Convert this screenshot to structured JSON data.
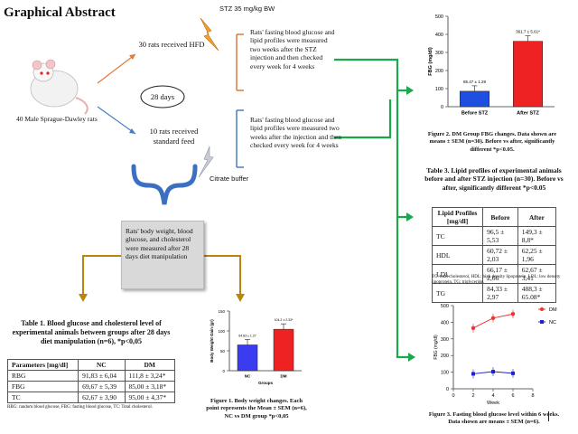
{
  "title": "Graphical Abstract",
  "rats_label": "40 Male Sprague-Dawley rats",
  "hfd_label": "30 rats received HFD",
  "std_label": "10 rats received standard feed",
  "days_label": "28 days",
  "stz_label": "STZ 35 mg/kg BW",
  "citrate_label": "Citrate buffer",
  "measure_top": "Rats' fasting blood glucose and lipid profiles were measured two weeks after the STZ injection and then checked every week for 4 weeks",
  "measure_bottom": "Rats' fasting blood glucose and lipid profiles were measured two weeks after the injection and then checked every week for 4 weeks",
  "measure_28": "Rats' body weight, blood glucose, and cholesterol were measured after 28 days diet manipulation",
  "fig2_caption": "Figure 2. DM Group FBG changes. Data shown are means ± SEM (n=30). Before vs after, significantly different *p<0.05.",
  "fig1_caption": "Figure 1. Body weight changes. Each point represents the Mean ± SEM (n=6), NC vs DM group *p<0,05",
  "fig3_caption": "Figure 3. Fasting blood glucose level within 6 weeks. Data shown are means ± SEM (n=6).",
  "table3": {
    "caption": "Table 3. Lipid profiles of experimental animals before and after STZ injection (n=30). Before vs after, significantly different *p<0.05",
    "headers": [
      "Lipid Profiles [mg/dl]",
      "Before",
      "After"
    ],
    "rows": [
      [
        "TC",
        "96,5 ± 5,53",
        "149,3 ± 8,8*"
      ],
      [
        "HDL",
        "60,72 ± 2,03",
        "62,25 ± 1,96"
      ],
      [
        "LDL",
        "66,17 ± 2,66",
        "62,67 ± 3,41"
      ],
      [
        "TG",
        "84,33 ± 2,97",
        "488,3 ± 65.08*"
      ]
    ],
    "footnote": "TC: total cholesterol, HDL: high density lipoprotein, LDL: low density lipoprotein, TG: triglyceride."
  },
  "table1": {
    "caption": "Table 1. Blood glucose and cholesterol level of experimental animals between groups after 28 days diet manipulation (n=6), *p<0,05",
    "headers": [
      "Parameters [mg/dl]",
      "NC",
      "DM"
    ],
    "rows": [
      [
        "RBG",
        "91,83 ± 6,04",
        "111,8 ± 3,24*"
      ],
      [
        "FBG",
        "69,67 ± 5,39",
        "85,00 ± 3,18*"
      ],
      [
        "TC",
        "62,67 ± 3,90",
        "95,00 ± 4,37*"
      ]
    ],
    "footnote": "RBG: random blood glucose, FBG: fasting blood glucose, TC: Total cholesterol."
  },
  "chart_data": [
    {
      "type": "bar",
      "categories": [
        "Before STZ",
        "After STZ"
      ],
      "values": [
        85.47,
        361.7
      ],
      "value_labels": [
        "85.47 ± 1.29",
        "361.7 ± 5.61*"
      ],
      "colors": [
        "#1f4fe0",
        "#ee2222"
      ],
      "ylabel": "FBG (mg/dl)",
      "ylim": [
        0,
        500
      ],
      "yticks": [
        0,
        100,
        200,
        300,
        400,
        500
      ]
    },
    {
      "type": "bar",
      "categories": [
        "NC",
        "DM"
      ],
      "values": [
        64.83,
        104.2
      ],
      "value_labels": [
        "64.83 ± 1.27",
        "104.2 ± 2.33*"
      ],
      "colors": [
        "#3b3bf0",
        "#ee2222"
      ],
      "xlabel": "Groups",
      "ylabel": "Body Weight Gain (gr)",
      "ylim": [
        0,
        150
      ],
      "yticks": [
        0,
        50,
        100,
        150
      ]
    },
    {
      "type": "line",
      "xlabel": "Week",
      "ylabel": "FBG (mg/dl)",
      "xlim": [
        0,
        8
      ],
      "ylim": [
        0,
        500
      ],
      "xticks": [
        0,
        2,
        4,
        6,
        8
      ],
      "yticks": [
        0,
        100,
        200,
        300,
        400,
        500
      ],
      "series": [
        {
          "name": "DM",
          "color": "#ee3333",
          "x": [
            2,
            4,
            6
          ],
          "y": [
            365,
            425,
            450
          ]
        },
        {
          "name": "NC",
          "color": "#2222cc",
          "x": [
            2,
            4,
            6
          ],
          "y": [
            90,
            103,
            93
          ]
        }
      ],
      "legend": "top-right"
    }
  ],
  "colors": {
    "orange": "#e07b39",
    "blue": "#4a7cc0",
    "green": "#1aa84a",
    "gold": "#b8860b",
    "bolt": "#f0a030"
  }
}
